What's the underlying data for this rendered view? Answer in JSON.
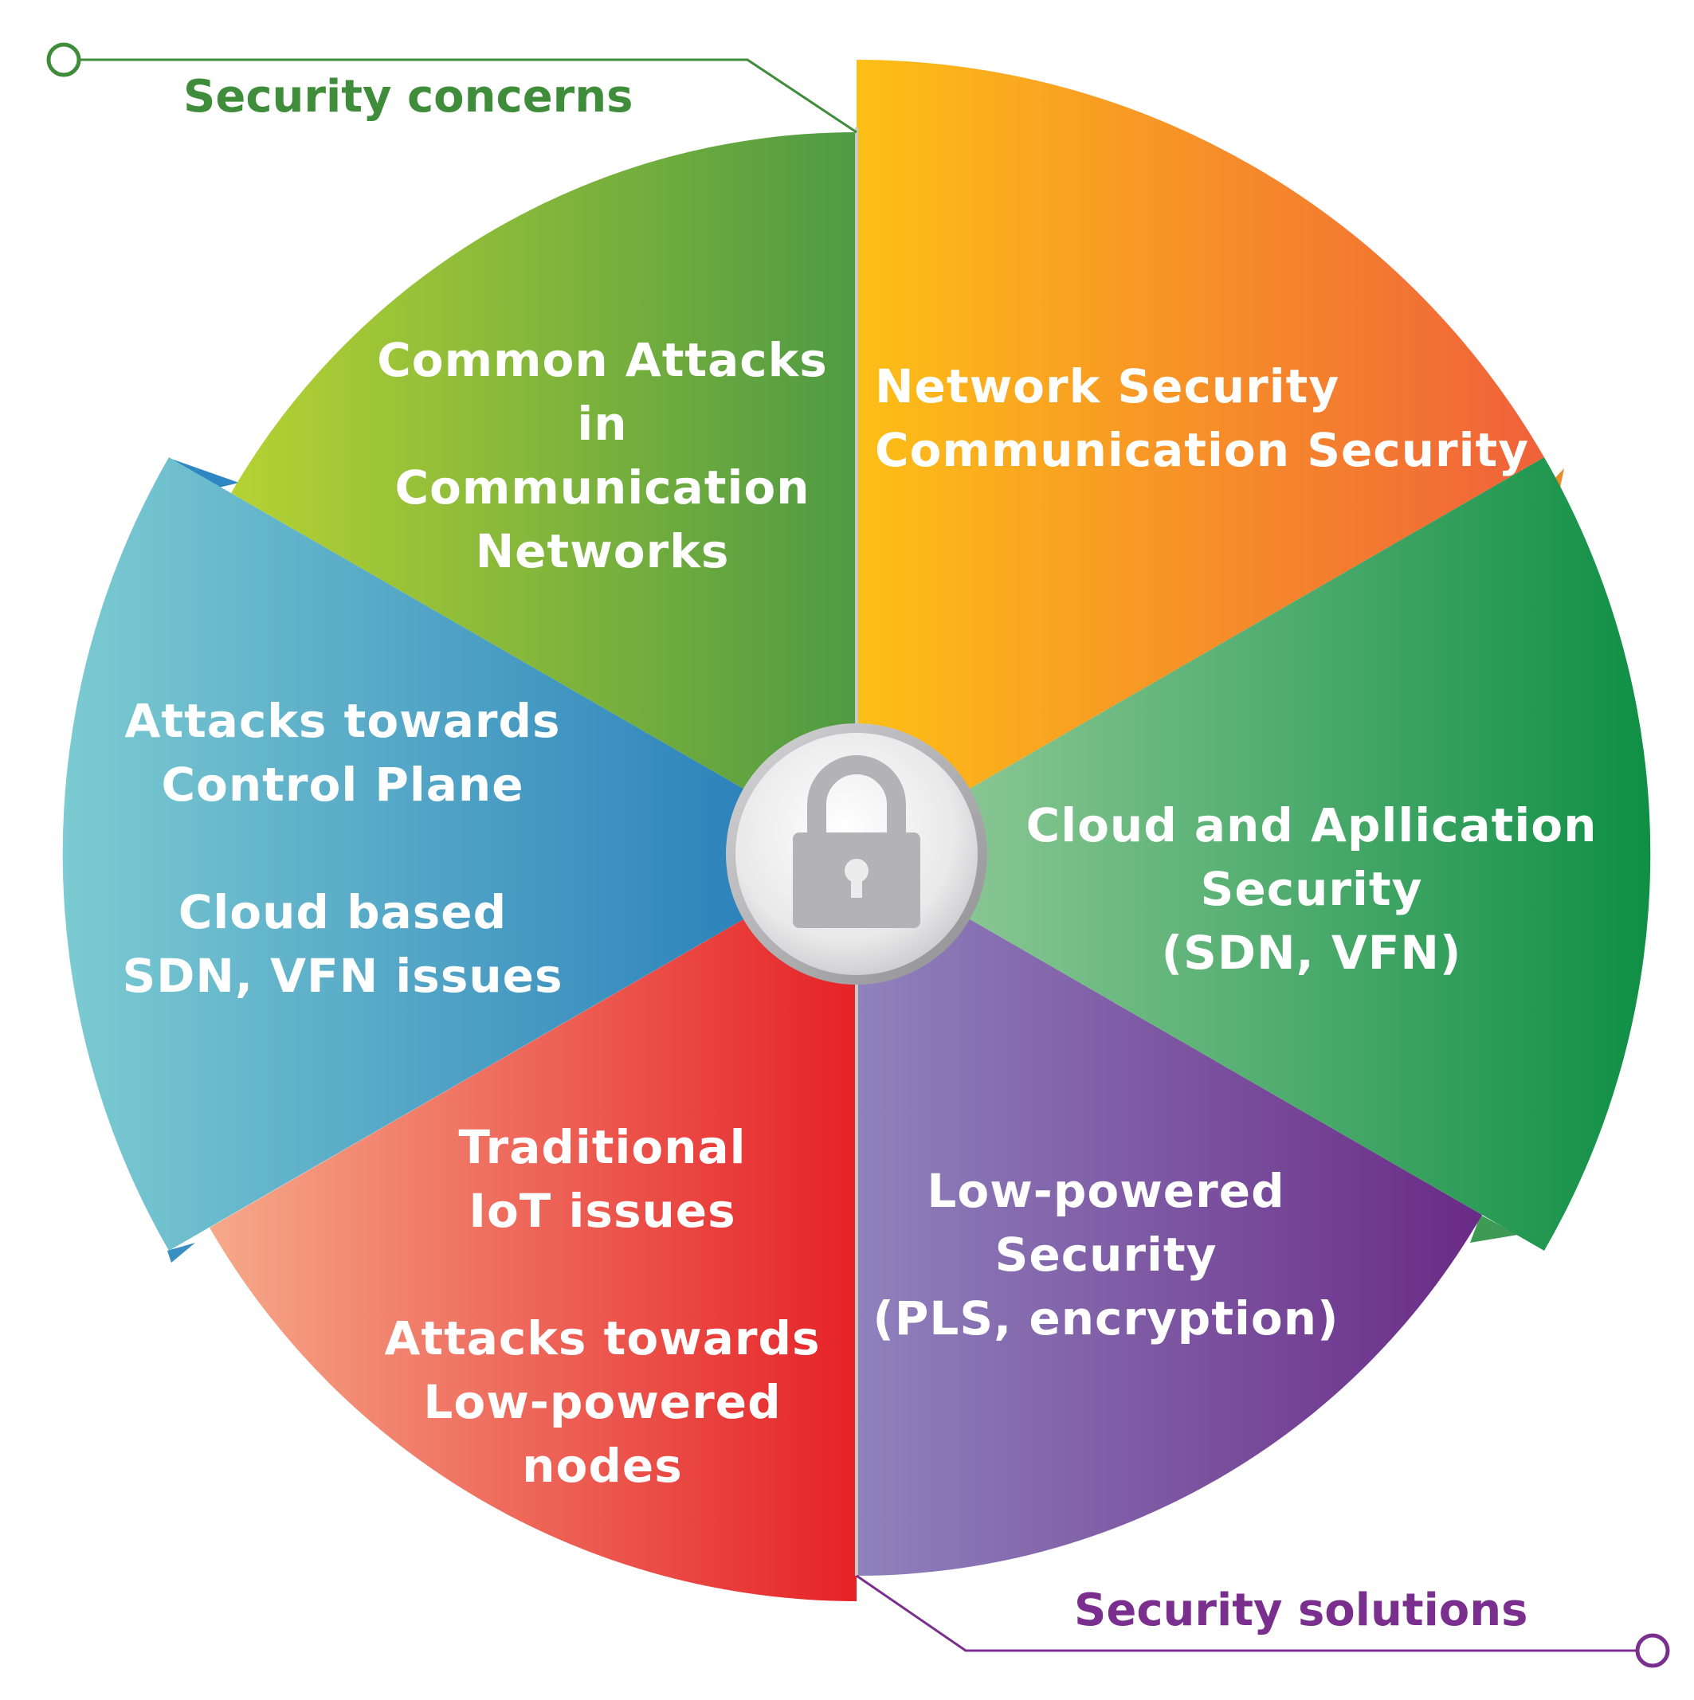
{
  "headers": {
    "concerns": {
      "label": "Security concerns",
      "color": "#3f8c3a"
    },
    "solutions": {
      "label": "Security solutions",
      "color": "#7a2f8e"
    }
  },
  "center": {
    "icon": "padlock-icon"
  },
  "segments": {
    "common_attacks": {
      "lines": [
        "Common Attacks",
        "in",
        "Communication",
        "Networks"
      ],
      "colors": [
        "#b6d233",
        "#4f9a43"
      ]
    },
    "network_security": {
      "lines": [
        "Network Security",
        "Communication Security"
      ],
      "colors": [
        "#fdbf16",
        "#f0613a"
      ]
    },
    "cloud_app_security": {
      "lines": [
        "Cloud and Apllication",
        "Security",
        "(SDN, VFN)"
      ],
      "colors": [
        "#9ccf9f",
        "#0f8f45"
      ]
    },
    "low_powered_security": {
      "lines": [
        "Low-powered",
        "Security",
        "(PLS, encryption)"
      ],
      "colors": [
        "#8f82bd",
        "#6a2a86"
      ]
    },
    "iot_attacks": {
      "lines": [
        "Traditional",
        "IoT issues",
        "",
        "Attacks towards",
        "Low-powered",
        "nodes"
      ],
      "colors": [
        "#f6a98a",
        "#e52227"
      ]
    },
    "control_plane": {
      "lines": [
        "Attacks towards",
        "Control Plane",
        "",
        "Cloud based",
        "SDN, VFN issues"
      ],
      "colors": [
        "#7ccbd2",
        "#1f77b7"
      ]
    }
  }
}
